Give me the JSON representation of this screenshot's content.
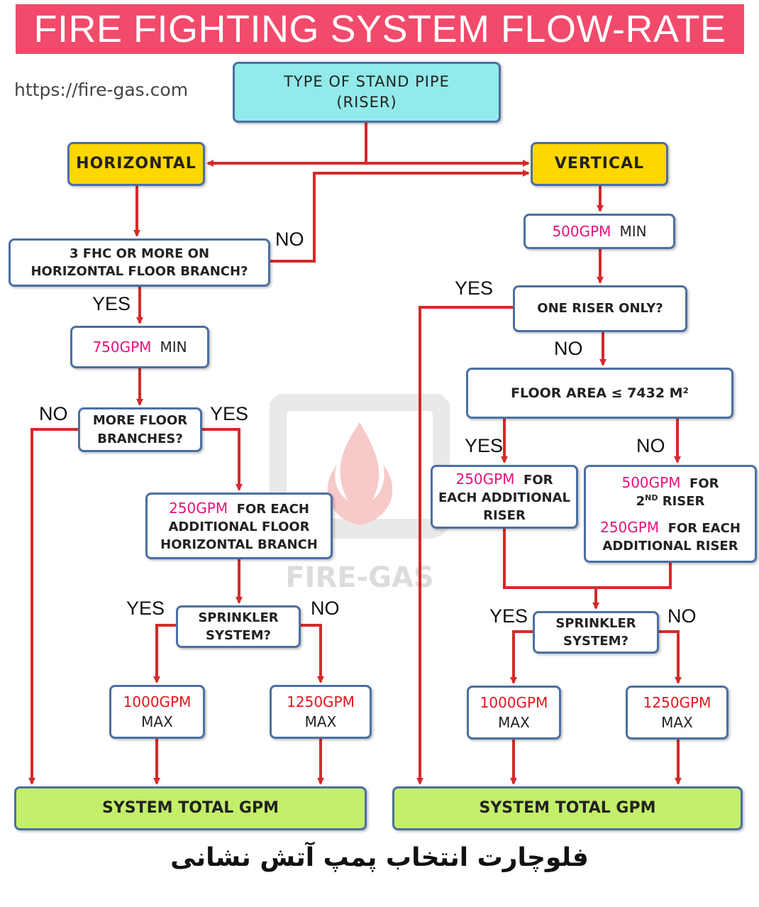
{
  "title": "FIRE FIGHTING SYSTEM FLOW-RATE",
  "url": "https://fire-gas.com",
  "watermark": "FIRE-GAS",
  "nodes": {
    "type": [
      "TYPE OF STAND PIPE",
      "(RISER)"
    ],
    "horizontal": "HORIZONTAL",
    "vertical": "VERTICAL",
    "fhc": [
      "3 FHC OR MORE ON",
      "HORIZONTAL FLOOR BRANCH?"
    ],
    "gpm750": {
      "value": "750GPM",
      "suffix": "MIN"
    },
    "more_floor": [
      "MORE FLOOR",
      "BRANCHES?"
    ],
    "gpm250_floor": {
      "value": "250GPM",
      "line1": "FOR EACH",
      "line2": "ADDITIONAL  FLOOR",
      "line3": "HORIZONTAL BRANCH"
    },
    "sprinkler_left": [
      "SPRINKLER",
      "SYSTEM?"
    ],
    "max_left_1000": {
      "value": "1000GPM",
      "suffix": "MAX"
    },
    "max_left_1250": {
      "value": "1250GPM",
      "suffix": "MAX"
    },
    "total_left": "SYSTEM TOTAL GPM",
    "gpm500": {
      "value": "500GPM",
      "suffix": "MIN"
    },
    "one_riser": "ONE RISER ONLY?",
    "floor_area": "FLOOR AREA ≤ 7432 M²",
    "gpm250_riser": {
      "value": "250GPM",
      "line1": "FOR",
      "line2": "EACH ADDITIONAL",
      "line3": "RISER"
    },
    "gpm500_2nd": {
      "value": "500GPM",
      "line1": "FOR",
      "ord": "2",
      "sup": "ND",
      "line2": "RISER",
      "value2": "250GPM",
      "line3": "FOR EACH",
      "line4": "ADDITIONAL RISER"
    },
    "sprinkler_right": [
      "SPRINKLER",
      "SYSTEM?"
    ],
    "max_right_1000": {
      "value": "1000GPM",
      "suffix": "MAX"
    },
    "max_right_1250": {
      "value": "1250GPM",
      "suffix": "MAX"
    },
    "total_right": "SYSTEM TOTAL GPM"
  },
  "labels": {
    "yes": "YES",
    "no": "NO"
  },
  "footer": "فلوچارت انتخاب پمپ آتش نشانی",
  "colors": {
    "banner": "#f24a6b",
    "arrow": "#d42a2a",
    "box_border": "#4c6fa3",
    "cyan": "#92eaea",
    "yellow": "#ffd700",
    "green": "#c3ef6a",
    "pink_value": "#e6127a",
    "red_value": "#e0161e"
  }
}
